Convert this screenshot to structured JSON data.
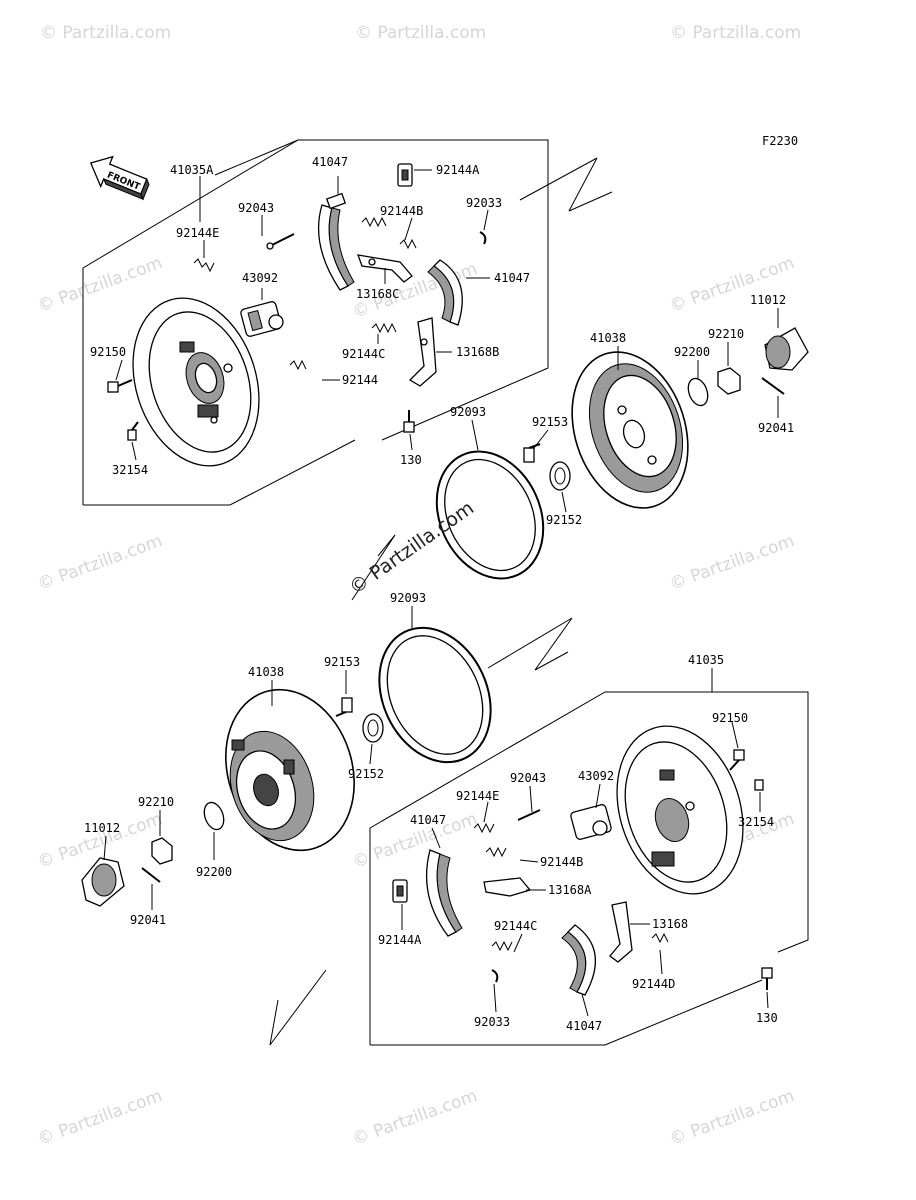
{
  "figure_code": "F2230",
  "front_arrow_text": "FRONT",
  "center_watermark": "© Partzilla.com",
  "watermark_text": "© Partzilla.com",
  "labels": {
    "l41035A": "41035A",
    "l41047_a": "41047",
    "l92144A_a": "92144A",
    "l92043_a": "92043",
    "l92144B_a": "92144B",
    "l92033_a": "92033",
    "l92144E_a": "92144E",
    "l41047_b": "41047",
    "l43092_a": "43092",
    "l13168C": "13168C",
    "l92150_a": "92150",
    "l92144C_a": "92144C",
    "l13168B": "13168B",
    "l92144": "92144",
    "l32154_a": "32154",
    "l130_a": "130",
    "l92093_a": "92093",
    "l92153_a": "92153",
    "l92152_a": "92152",
    "l41038_a": "41038",
    "l92200_a": "92200",
    "l92210_a": "92210",
    "l11012_a": "11012",
    "l92041_a": "92041",
    "l92093_b": "92093",
    "l41038_b": "41038",
    "l92153_b": "92153",
    "l92152_b": "92152",
    "l41035": "41035",
    "l92150_b": "92150",
    "l92043_b": "92043",
    "l43092_b": "43092",
    "l92144E_b": "92144E",
    "l32154_b": "32154",
    "l92210_b": "92210",
    "l41047_c": "41047",
    "l92144B_b": "92144B",
    "l11012_b": "11012",
    "l92200_b": "92200",
    "l13168A": "13168A",
    "l92041_b": "92041",
    "l92144A_b": "92144A",
    "l92144C_b": "92144C",
    "l13168": "13168",
    "l92144D": "92144D",
    "l92033_b": "92033",
    "l41047_d": "41047",
    "l130_b": "130"
  }
}
